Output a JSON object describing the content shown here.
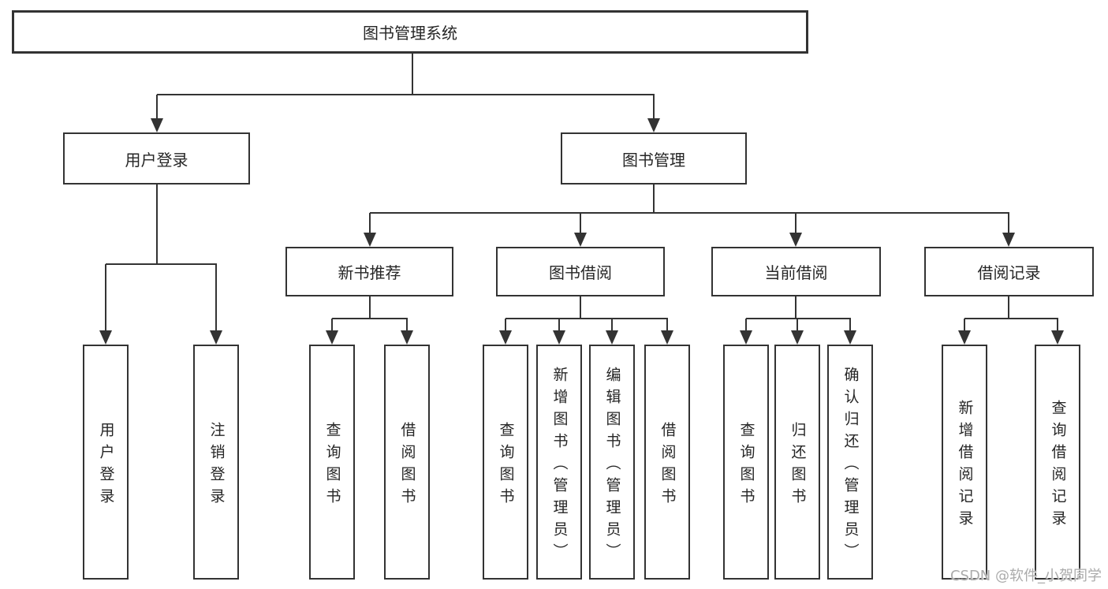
{
  "root": {
    "label": "图书管理系统"
  },
  "level2": {
    "user_login": {
      "label": "用户登录"
    },
    "book_mgmt": {
      "label": "图书管理"
    }
  },
  "level3": {
    "new_books": {
      "label": "新书推荐"
    },
    "book_borrow": {
      "label": "图书借阅"
    },
    "current_borrow": {
      "label": "当前借阅"
    },
    "borrow_records": {
      "label": "借阅记录"
    }
  },
  "leaves": {
    "user_login": [
      "用户登录",
      "注销登录"
    ],
    "new_books": [
      "查询图书",
      "借阅图书"
    ],
    "book_borrow": [
      "查询图书",
      "新增图书（管理员）",
      "编辑图书（管理员）",
      "借阅图书"
    ],
    "current_borrow": [
      "查询图书",
      "归还图书",
      "确认归还（管理员）"
    ],
    "borrow_records": [
      "新增借阅记录",
      "查询借阅记录"
    ]
  },
  "watermark": "CSDN @软件_小贺同学",
  "colors": {
    "line": "#333333",
    "text": "#262626",
    "box_fill": "#ffffff",
    "watermark": "#ababab",
    "background": "#ffffff"
  }
}
